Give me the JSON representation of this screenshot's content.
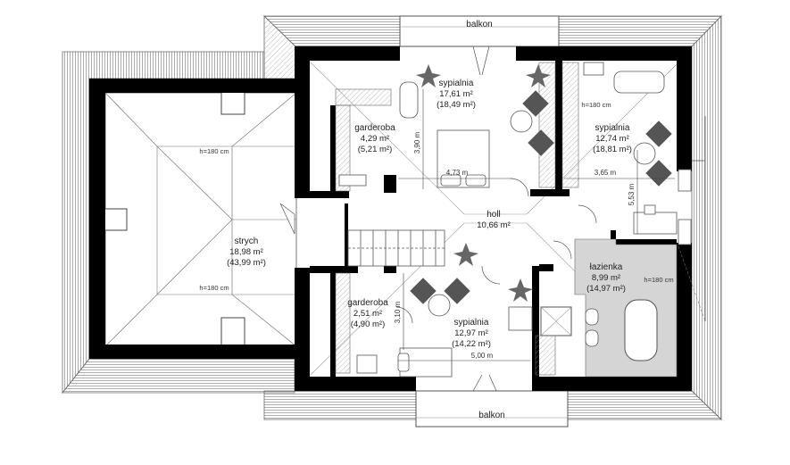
{
  "colors": {
    "wall": "#000000",
    "roof_hatch": "#9a9a9a",
    "bath_fill": "#d9d9d9",
    "line": "#555555"
  },
  "rooms": {
    "strych": {
      "name": "strych",
      "area": "18,98 m²",
      "area_total": "(43,99 m²)",
      "height": "h=180 cm",
      "height2": "h=180 cm"
    },
    "garderoba_top": {
      "name": "garderoba",
      "area": "4,29 m²",
      "area_total": "(5,21 m²)"
    },
    "sypialnia_top": {
      "name": "sypialnia",
      "area": "17,61 m²",
      "area_total": "(18,49 m²)"
    },
    "sypialnia_right": {
      "name": "sypialnia",
      "area": "12,74 m²",
      "area_total": "(18,81 m²)",
      "height": "h=180 cm"
    },
    "holl": {
      "name": "holl",
      "area": "10,66 m²"
    },
    "lazienka": {
      "name": "łazienka",
      "area": "8,99 m²",
      "area_total": "(14,97 m²)",
      "height": "h=180 cm"
    },
    "garderoba_bottom": {
      "name": "garderoba",
      "area": "2,51 m²",
      "area_total": "(4,90 m²)"
    },
    "sypialnia_bottom": {
      "name": "sypialnia",
      "area": "12,97 m²",
      "area_total": "(14,22 m²)"
    }
  },
  "balconies": {
    "top": "balkon",
    "bottom": "balkon"
  },
  "dimensions": {
    "d390": "3,90 m",
    "d473": "4,73 m",
    "d365": "3,65 m",
    "d553": "5,53 m",
    "d310": "3,10 m",
    "d500": "5,00 m"
  }
}
